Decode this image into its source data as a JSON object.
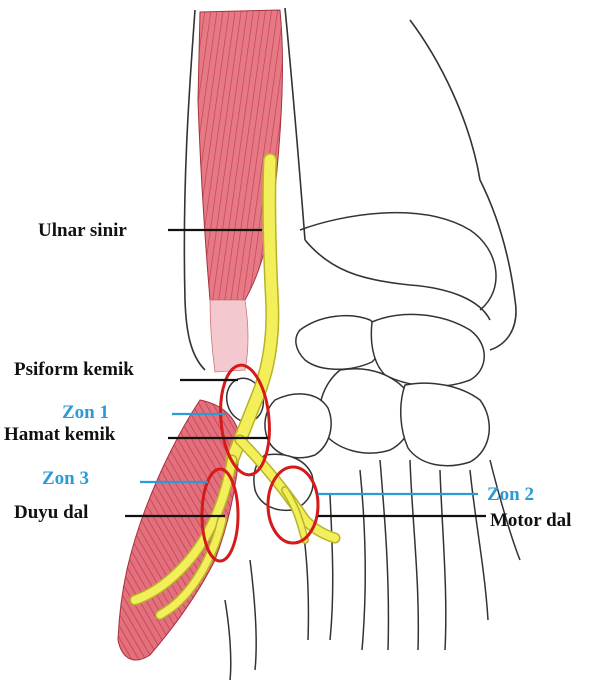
{
  "labels": {
    "ulnar_nerve": "Ulnar sinir",
    "pisiform_bone": "Psiform kemik",
    "zone_1": "Zon 1",
    "hamate_bone": "Hamat kemik",
    "zone_3": "Zon 3",
    "sensory_branch": "Duyu dal",
    "zone_2": "Zon 2",
    "motor_branch": "Motor dal"
  },
  "colors": {
    "muscle": "#e06a78",
    "muscle_light": "#f3c9cf",
    "nerve": "#f2ef5a",
    "nerve_outline": "#b8b22a",
    "zone_circle": "#d41a1a",
    "zone_text": "#2a9bd6",
    "label_text": "#111111",
    "bone_outline": "#333333"
  }
}
